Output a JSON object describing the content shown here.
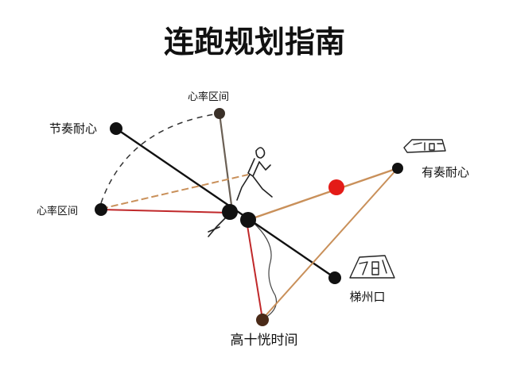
{
  "title": "连跑规划指南",
  "nodes": {
    "top": {
      "label": "心率区间"
    },
    "upper_left": {
      "label": "节奏耐心"
    },
    "left": {
      "label": "心率区间"
    },
    "right": {
      "label": "有奏耐心"
    },
    "lower_right": {
      "label": "梯州口"
    },
    "bottom": {
      "label": "高十恍时间"
    }
  },
  "icons": {
    "runner": "runner-icon",
    "top_right_badge": "rock-sign-icon",
    "mid_right_badge": "mountain-sign-icon"
  },
  "colors": {
    "black_line": "#111111",
    "tan_line": "#c9905a",
    "red_line": "#c0282a",
    "gray_line": "#6b6055",
    "accent_dot": "#e41b17",
    "brown_dot": "#4a2a18",
    "top_dot": "#3a3028"
  }
}
